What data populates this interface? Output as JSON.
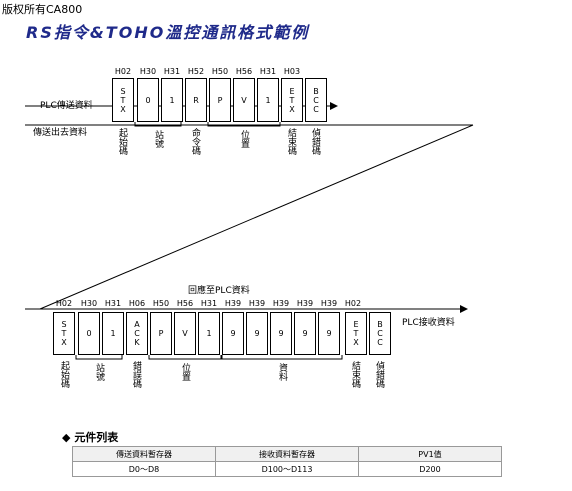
{
  "copyright": "版权所有CA800",
  "title": "RS指令&TOHO溫控通訊格式範例",
  "send": {
    "left_label": "PLC傳送資料",
    "sub_label": "傳送出去資料",
    "headers": [
      "H02",
      "H30",
      "H31",
      "H52",
      "H50",
      "H56",
      "H31",
      "H03"
    ],
    "cells": [
      "STX",
      "0",
      "1",
      "R",
      "P",
      "V",
      "1",
      "ETX",
      "BCC"
    ],
    "groups": [
      "起始碼",
      "站號",
      "命令碼",
      "位置",
      "結束碼",
      "偵錯碼"
    ]
  },
  "reply": {
    "top_label": "回應至PLC資料",
    "right_label": "PLC接收資料",
    "headers": [
      "H02",
      "H30",
      "H31",
      "H06",
      "H50",
      "H56",
      "H31",
      "H39",
      "H39",
      "H39",
      "H39",
      "H39",
      "H02"
    ],
    "cells": [
      "STX",
      "0",
      "1",
      "ACK",
      "P",
      "V",
      "1",
      "9",
      "9",
      "9",
      "9",
      "9",
      "ETX",
      "BCC"
    ],
    "groups": [
      "起始碼",
      "站號",
      "錯誤碼",
      "位置",
      "資料",
      "結束碼",
      "偵錯碼"
    ]
  },
  "legend": {
    "title": "元件列表",
    "bullet": "◆",
    "headers": [
      "傳送資料暫存器",
      "接收資料暫存器",
      "PV1值"
    ],
    "row": [
      "D0～D8",
      "D100～D113",
      "D200"
    ]
  }
}
